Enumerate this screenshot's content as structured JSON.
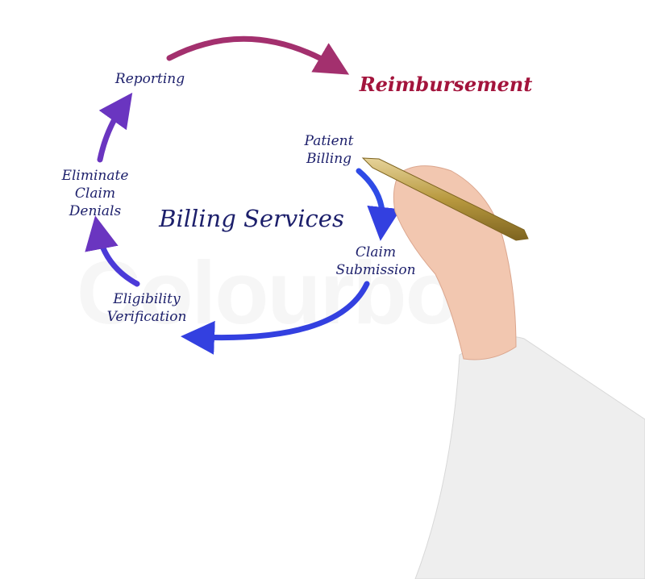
{
  "diagram": {
    "center_title": "Billing Services",
    "outcome": "Reimbursement",
    "steps": [
      {
        "label_lines": [
          "Patient",
          "Billing"
        ]
      },
      {
        "label_lines": [
          "Claim",
          "Submission"
        ]
      },
      {
        "label_lines": [
          "Eligibility",
          "Verification"
        ]
      },
      {
        "label_lines": [
          "Eliminate",
          "Claim",
          "Denials"
        ]
      },
      {
        "label_lines": [
          "Reporting"
        ]
      }
    ]
  },
  "watermark": "Colourbox",
  "colors": {
    "text": "#1c1f6b",
    "outcome": "#a3143c",
    "arrow_top": "#a3306e",
    "arrow_blue": "#3340e0"
  }
}
